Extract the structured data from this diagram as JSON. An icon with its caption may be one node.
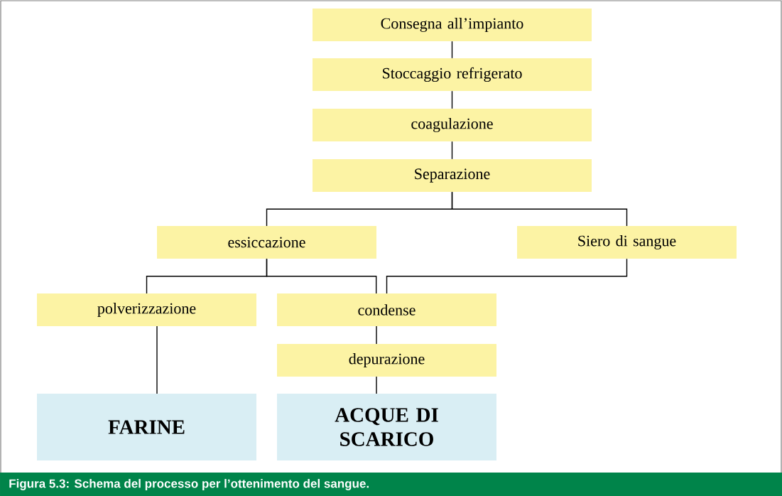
{
  "diagram": {
    "caption": "Figura 5.3: Schema del processo per l’ottenimento del sangue.",
    "nodes": [
      {
        "text": [
          "Consegna all’impianto"
        ]
      },
      {
        "text": [
          "Stoccaggio refrigerato"
        ]
      },
      {
        "text": [
          "coagulazione"
        ]
      },
      {
        "text": [
          "Separazione"
        ]
      },
      {
        "text": [
          "essiccazione"
        ]
      },
      {
        "text": [
          "Siero di sangue"
        ]
      },
      {
        "text": [
          "polverizzazione"
        ]
      },
      {
        "text": [
          "condense"
        ]
      },
      {
        "text": [
          "depurazione"
        ]
      },
      {
        "text": [
          "FARINE"
        ]
      },
      {
        "text": [
          "ACQUE DI SCARICO"
        ]
      }
    ],
    "edges": [
      {
        "from": 0,
        "to": 1,
        "arrow": "none"
      },
      {
        "from": 1,
        "to": 2,
        "arrow": "none"
      },
      {
        "from": 2,
        "to": 3,
        "arrow": "none"
      },
      {
        "from": 3,
        "to": 4,
        "arrow": "none"
      },
      {
        "from": 3,
        "to": 5,
        "arrow": "none"
      },
      {
        "from": 4,
        "to": 6,
        "arrow": "none"
      },
      {
        "from": 4,
        "to": 7,
        "arrow": "none"
      },
      {
        "from": 5,
        "to": 7,
        "arrow": "none"
      },
      {
        "from": 6,
        "to": 9,
        "arrow": "none"
      },
      {
        "from": 7,
        "to": 8,
        "arrow": "none"
      },
      {
        "from": 8,
        "to": 10,
        "arrow": "none"
      }
    ]
  }
}
